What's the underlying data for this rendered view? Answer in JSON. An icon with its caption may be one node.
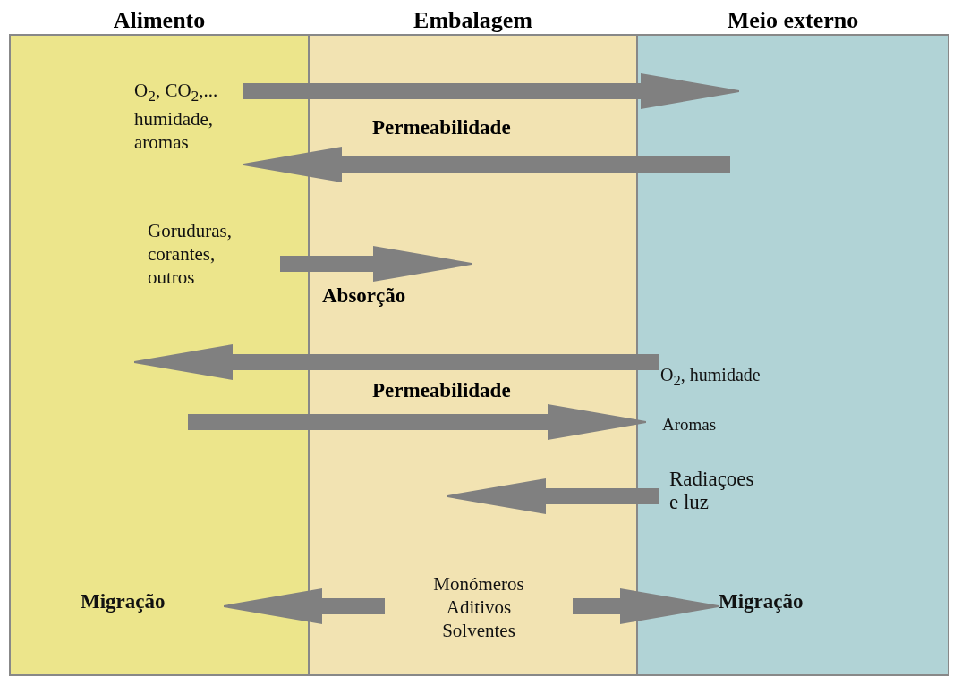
{
  "diagram": {
    "nodes": [
      {
        "text": [
          "Alimento"
        ]
      },
      {
        "text": [
          "Embalagem"
        ]
      },
      {
        "text": [
          "Meio externo"
        ]
      },
      {
        "text": [
          "O$_{2}$, CO$_{2}$,... humidade, aromas"
        ],
        "in": 0
      },
      {
        "text": [
          "Goruduras, corantes, outros"
        ],
        "in": 0
      },
      {
        "text": [
          "O$_{2}$, humidade"
        ],
        "in": 2
      },
      {
        "text": [
          "Aromas"
        ],
        "in": 2
      },
      {
        "text": [
          "Radiaçoes e luz"
        ],
        "in": 2
      },
      {
        "text": [
          "Monómeros Aditivos Solventes"
        ],
        "in": 1
      },
      {
        "text": [
          "Migração"
        ],
        "in": 0
      },
      {
        "text": [
          "Migração"
        ],
        "in": 2
      }
    ],
    "edges": [
      {
        "from": 3,
        "to": 2,
        "arrow": "to"
      },
      {
        "from": null,
        "to": 3,
        "arrow": "to"
      },
      {
        "from": 4,
        "to": null,
        "arrow": "to"
      },
      {
        "from": 5,
        "to": null,
        "arrow": "to"
      },
      {
        "from": null,
        "to": 6,
        "arrow": "to"
      },
      {
        "from": 7,
        "to": null,
        "arrow": "to"
      },
      {
        "from": 8,
        "to": 9,
        "arrow": "to"
      },
      {
        "from": 8,
        "to": 10,
        "arrow": "to"
      }
    ],
    "labels": [
      "Permeabilidade",
      "Absorção",
      "Permeabilidade"
    ]
  }
}
